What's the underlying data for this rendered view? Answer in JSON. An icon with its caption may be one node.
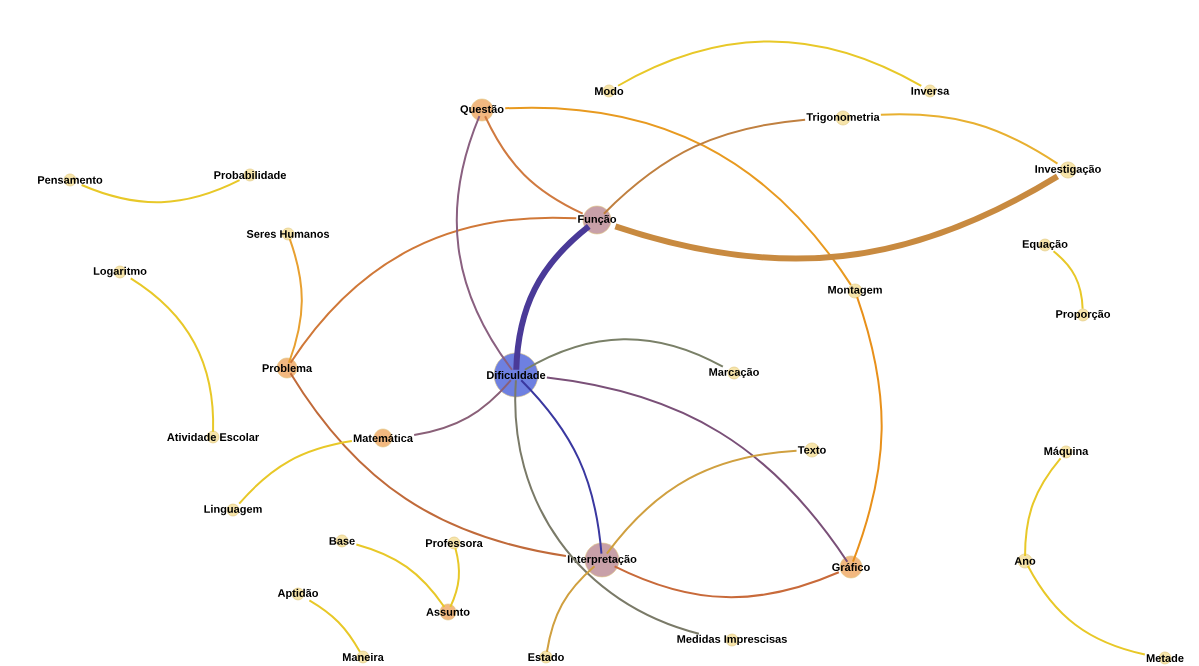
{
  "diagram": {
    "nodes": [
      {
        "text": [
          "Modo"
        ]
      },
      {
        "text": [
          "Inversa"
        ]
      },
      {
        "text": [
          "Questão"
        ]
      },
      {
        "text": [
          "Trigonometria"
        ]
      },
      {
        "text": [
          "Investigação"
        ]
      },
      {
        "text": [
          "Pensamento"
        ]
      },
      {
        "text": [
          "Probabilidade"
        ]
      },
      {
        "text": [
          "Função"
        ]
      },
      {
        "text": [
          "Seres Humanos"
        ]
      },
      {
        "text": [
          "Equação"
        ]
      },
      {
        "text": [
          "Logaritmo"
        ]
      },
      {
        "text": [
          "Montagem"
        ]
      },
      {
        "text": [
          "Proporção"
        ]
      },
      {
        "text": [
          "Problema"
        ]
      },
      {
        "text": [
          "Dificuldade"
        ]
      },
      {
        "text": [
          "Marcação"
        ]
      },
      {
        "text": [
          "Atividade Escolar"
        ]
      },
      {
        "text": [
          "Matemática"
        ]
      },
      {
        "text": [
          "Texto"
        ]
      },
      {
        "text": [
          "Máquina"
        ]
      },
      {
        "text": [
          "Linguagem"
        ]
      },
      {
        "text": [
          "Base"
        ]
      },
      {
        "text": [
          "Professora"
        ]
      },
      {
        "text": [
          "Interpretação"
        ]
      },
      {
        "text": [
          "Gráfico"
        ]
      },
      {
        "text": [
          "Ano"
        ]
      },
      {
        "text": [
          "Aptidão"
        ]
      },
      {
        "text": [
          "Assunto"
        ]
      },
      {
        "text": [
          "Maneira"
        ]
      },
      {
        "text": [
          "Estado"
        ]
      },
      {
        "text": [
          "Medidas Imprescisas"
        ]
      },
      {
        "text": [
          "Metade"
        ]
      }
    ],
    "edges": [
      {
        "from": 0,
        "to": 1,
        "arrow": "none"
      },
      {
        "from": 5,
        "to": 6,
        "arrow": "none"
      },
      {
        "from": 10,
        "to": 16,
        "arrow": "none"
      },
      {
        "from": 8,
        "to": 13,
        "arrow": "none",
        "color": "#e8a030"
      },
      {
        "from": 13,
        "to": 7,
        "arrow": "none",
        "color": "#d07838"
      },
      {
        "from": 13,
        "to": 23,
        "arrow": "none",
        "color": "#c06a3a"
      },
      {
        "from": 2,
        "to": 7,
        "arrow": "none",
        "color": "#d07a40"
      },
      {
        "from": 2,
        "to": 14,
        "arrow": "none",
        "color": "#8a6080"
      },
      {
        "from": 2,
        "to": 11,
        "arrow": "none",
        "color": "#e89a20"
      },
      {
        "from": 11,
        "to": 24,
        "arrow": "none",
        "color": "#e8901a"
      },
      {
        "from": 7,
        "to": 3,
        "arrow": "none",
        "color": "#c08040"
      },
      {
        "from": 3,
        "to": 4,
        "arrow": "none",
        "color": "#e8b030"
      },
      {
        "from": 7,
        "to": 4,
        "arrow": "none",
        "style": "thick",
        "color": "#c88a40"
      },
      {
        "from": 7,
        "to": 14,
        "arrow": "none",
        "style": "thick",
        "color": "#4a3a98"
      },
      {
        "from": 9,
        "to": 12,
        "arrow": "none"
      },
      {
        "from": 14,
        "to": 15,
        "arrow": "none",
        "color": "#7a8068"
      },
      {
        "from": 14,
        "to": 24,
        "arrow": "none",
        "color": "#7a5078"
      },
      {
        "from": 14,
        "to": 17,
        "arrow": "none",
        "color": "#8a6078"
      },
      {
        "from": 14,
        "to": 23,
        "arrow": "none",
        "color": "#3a38a0"
      },
      {
        "from": 14,
        "to": 30,
        "arrow": "none",
        "color": "#7a7a68"
      },
      {
        "from": 17,
        "to": 20,
        "arrow": "none"
      },
      {
        "from": 21,
        "to": 27,
        "arrow": "none"
      },
      {
        "from": 22,
        "to": 27,
        "arrow": "none"
      },
      {
        "from": 26,
        "to": 28,
        "arrow": "none"
      },
      {
        "from": 23,
        "to": 29,
        "arrow": "none",
        "color": "#d0a040"
      },
      {
        "from": 23,
        "to": 18,
        "arrow": "none",
        "color": "#d0a040"
      },
      {
        "from": 23,
        "to": 24,
        "arrow": "none",
        "color": "#c86a3a"
      },
      {
        "from": 19,
        "to": 25,
        "arrow": "none"
      },
      {
        "from": 25,
        "to": 31,
        "arrow": "none"
      }
    ]
  }
}
